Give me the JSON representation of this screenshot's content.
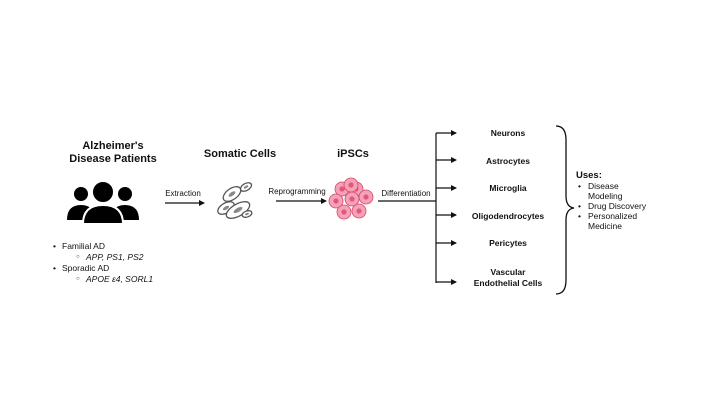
{
  "patients": {
    "title_line1": "Alzheimer's",
    "title_line2": "Disease Patients",
    "list": [
      {
        "label": "Familial AD",
        "genes": "APP, PS1, PS2"
      },
      {
        "label": "Sporadic AD",
        "genes": "APOE ε4, SORL1"
      }
    ]
  },
  "somatic": {
    "title": "Somatic Cells"
  },
  "ipsc": {
    "title": "iPSCs"
  },
  "arrows": {
    "extraction": "Extraction",
    "reprogramming": "Reprogramming",
    "differentiation": "Differentiation"
  },
  "cell_types": [
    "Neurons",
    "Astrocytes",
    "Microglia",
    "Oligodendrocytes",
    "Pericytes",
    "Vascular",
    "Endothelial Cells"
  ],
  "uses": {
    "title": "Uses:",
    "items": [
      "Disease",
      "Modeling",
      "Drug Discovery",
      "Personalized",
      "Medicine"
    ]
  },
  "colors": {
    "ipsc_fill": "#f4a3b6",
    "ipsc_nucleus": "#e1577d",
    "ipsc_stroke": "#d9446d"
  }
}
